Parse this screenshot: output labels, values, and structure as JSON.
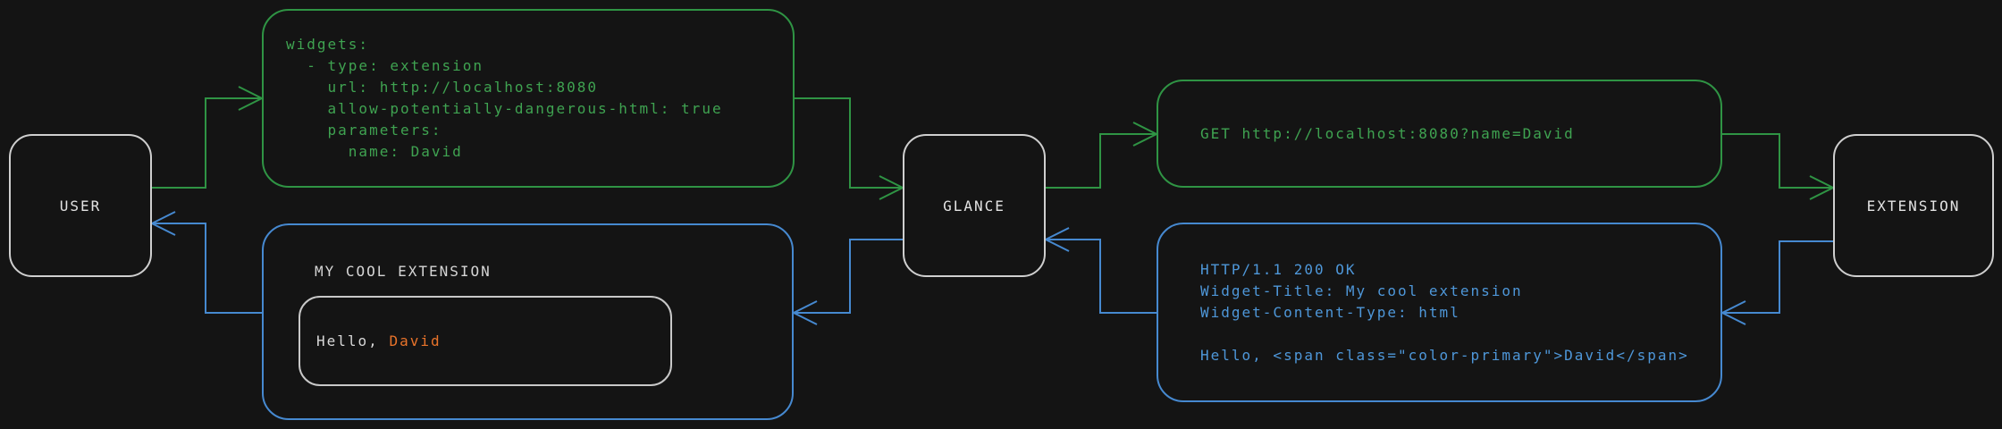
{
  "colors": {
    "background": "#141414",
    "green_line": "#2f9444",
    "green_text": "#3fa351",
    "blue_line": "#4689d0",
    "blue_text": "#4e97d9",
    "node_border": "#cfcfcf",
    "label_text": "#e3e3e3",
    "greeting_text": "#d8d8d8",
    "accent_orange": "#e8732a"
  },
  "nodes": {
    "user": {
      "label": "USER"
    },
    "glance": {
      "label": "GLANCE"
    },
    "extension": {
      "label": "EXTENSION"
    }
  },
  "config_box": {
    "lines": [
      "widgets:",
      "  - type: extension",
      "    url: http://localhost:8080",
      "    allow-potentially-dangerous-html: true",
      "    parameters:",
      "      name: David"
    ]
  },
  "request_box": {
    "line": "GET http://localhost:8080?name=David"
  },
  "response_box": {
    "lines": [
      "HTTP/1.1 200 OK",
      "Widget-Title: My cool extension",
      "Widget-Content-Type: html",
      "",
      "Hello, <span class=\"color-primary\">David</span>"
    ]
  },
  "widget_preview": {
    "title": "MY COOL EXTENSION",
    "greeting": {
      "prefix": "Hello, ",
      "name": "David"
    }
  }
}
